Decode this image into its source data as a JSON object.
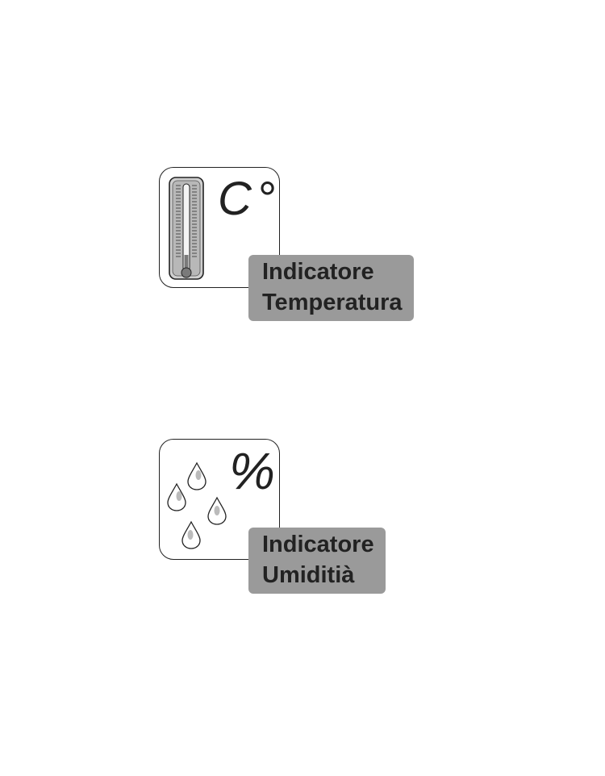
{
  "temperature": {
    "symbol": "C°",
    "label_line1": "Indicatore",
    "label_line2": "Temperatura"
  },
  "humidity": {
    "symbol": "%",
    "label_line1": "Indicatore",
    "label_line2": "Umiditià"
  },
  "colors": {
    "label_bg": "#9a9a9a",
    "outline": "#222222",
    "drop_fill": "#bbbbbb"
  }
}
